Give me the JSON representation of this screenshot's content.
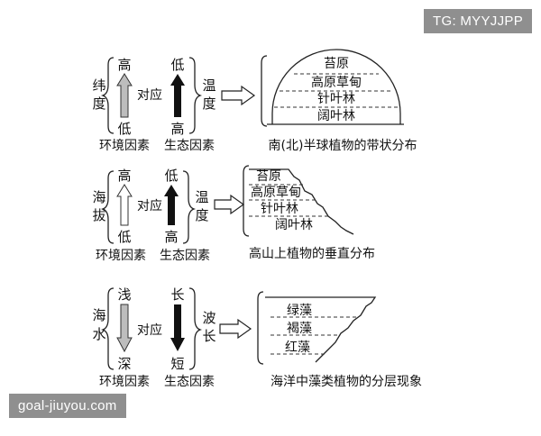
{
  "watermark": {
    "top": "TG: MYYJJPP",
    "bottom": "goal-jiuyou.com"
  },
  "panels": [
    {
      "env_factor": "纬度",
      "env_top": "高",
      "env_bottom": "低",
      "relation": "对应",
      "eco_top": "低",
      "eco_bottom": "高",
      "eco_factor": "温度",
      "env_caption": "环境因素",
      "eco_caption": "生态因素",
      "zones": [
        "苔原",
        "高原草甸",
        "针叶林",
        "阔叶林"
      ],
      "caption": "南(北)半球植物的带状分布"
    },
    {
      "env_factor": "海拔",
      "env_top": "高",
      "env_bottom": "低",
      "relation": "对应",
      "eco_top": "低",
      "eco_bottom": "高",
      "eco_factor": "温度",
      "env_caption": "环境因素",
      "eco_caption": "生态因素",
      "zones": [
        "苔原",
        "高原草甸",
        "针叶林",
        "阔叶林"
      ],
      "caption": "高山上植物的垂直分布"
    },
    {
      "env_factor": "海水",
      "env_top": "浅",
      "env_bottom": "深",
      "relation": "对应",
      "eco_top": "长",
      "eco_bottom": "短",
      "eco_factor": "波长",
      "env_caption": "环境因素",
      "eco_caption": "生态因素",
      "zones": [
        "绿藻",
        "褐藻",
        "红藻"
      ],
      "caption": "海洋中藻类植物的分层现象"
    }
  ]
}
